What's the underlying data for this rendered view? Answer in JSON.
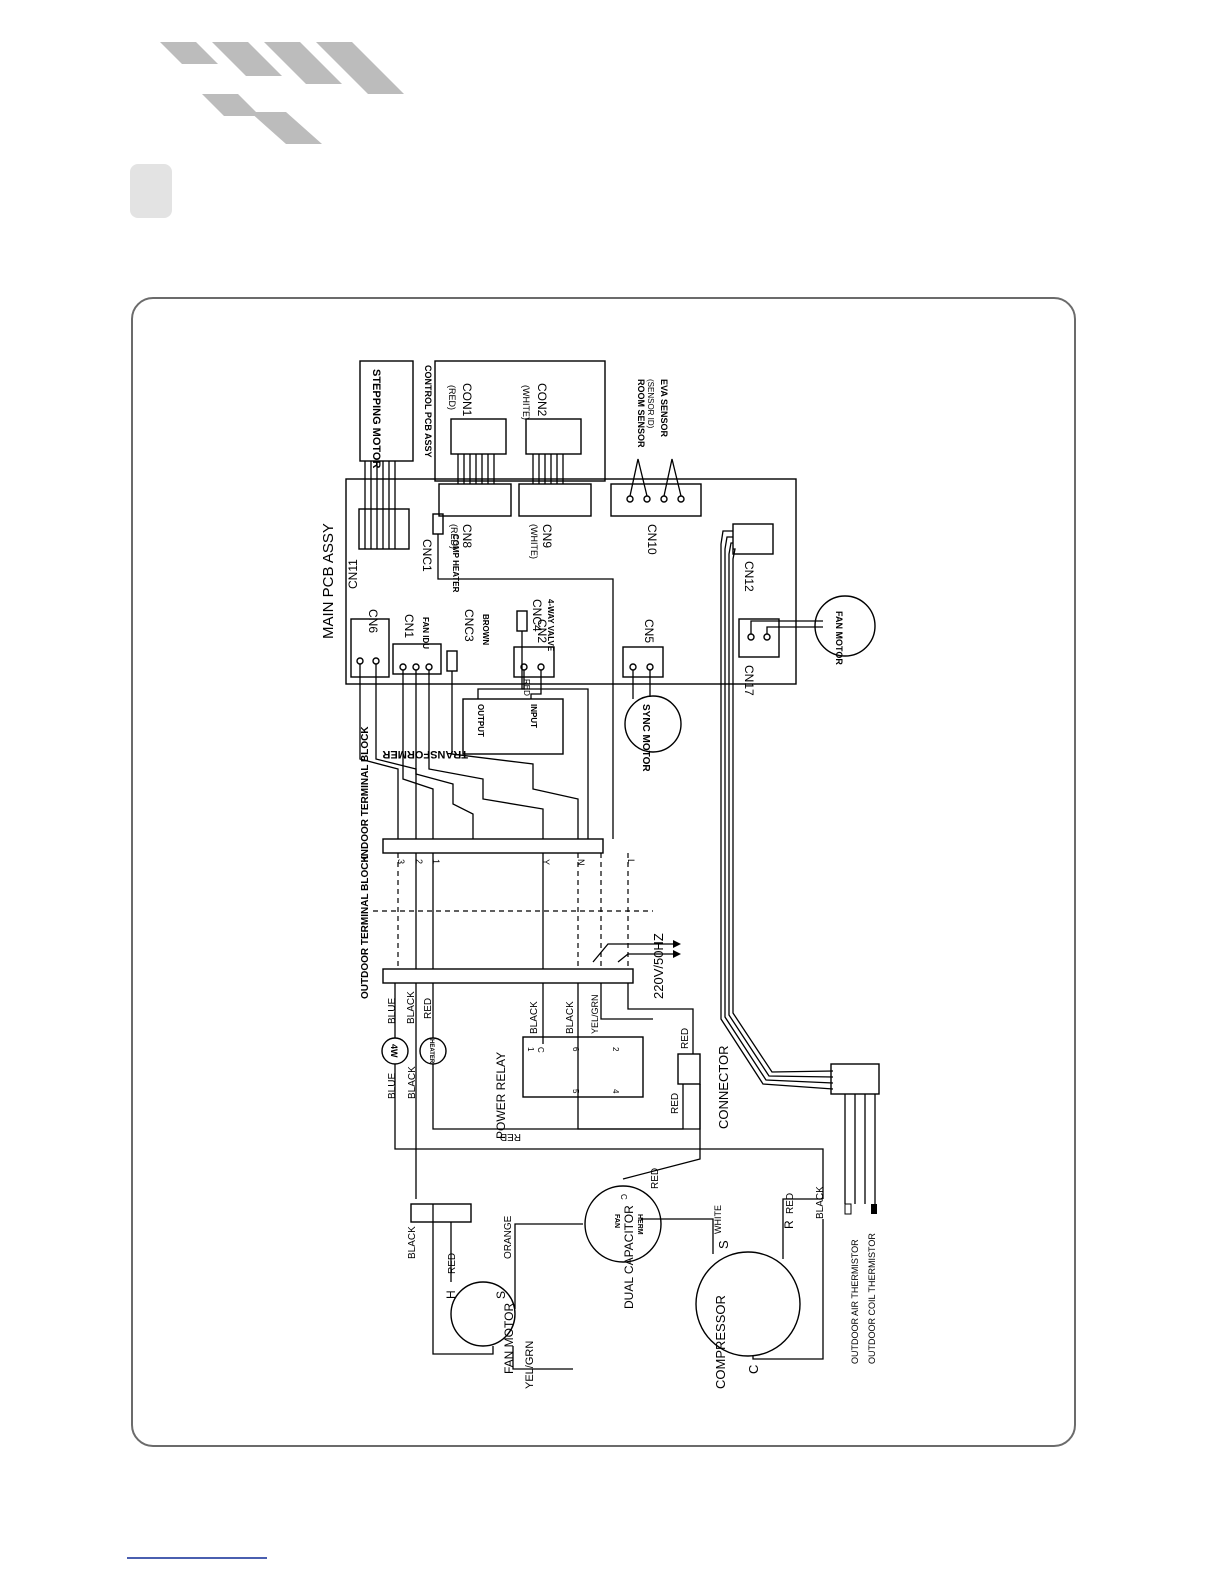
{
  "labels": {
    "main_pcb": "MAIN PCB ASSY",
    "control_pcb": "CONTROL PCB ASSY",
    "stepping_motor": "STEPPING MOTOR",
    "con1": "CON1",
    "con1_color": "(RED)",
    "con2": "CON2",
    "con2_color": "(WHITE)",
    "room_sensor": "ROOM SENSOR",
    "room_sensor_sub": "(SENSOR ID)",
    "eva_sensor": "EVA SENSOR",
    "cn11": "CN11",
    "cn8": "CN8",
    "cn8_color": "(RED)",
    "cn9": "CN9",
    "cn9_color": "(WHITE)",
    "cn10": "CN10",
    "cn12": "CN12",
    "cn6": "CN6",
    "cn1": "CN1",
    "fan_idu": "FAN IDU",
    "cnc1": "CNC1",
    "comp_heater": "COMP HEATER",
    "cnc3": "CNC3",
    "brown": "BROWN",
    "cnc4": "CNC4",
    "four_way_valve": "4-WAY VALVE",
    "cn2": "CN2",
    "cn5": "CN5",
    "cn17": "CN17",
    "fan_motor_indoor": "FAN MOTOR",
    "transformer": "TRANSFORMER",
    "output": "OUTPUT",
    "input": "INPUT",
    "red_small": "RED",
    "sync_motor": "SYNC MOTOR",
    "indoor_terminal": "INDOOR TERMINAL BLOCK",
    "outdoor_terminal": "OUTDOOR TERMINAL BLOCK",
    "power_supply": "220V/50HZ",
    "blue": "BLUE",
    "black": "BLACK",
    "red": "RED",
    "yel_grn": "YEL/GRN",
    "four_w": "4W",
    "heater": "HEATER",
    "power_relay": "POWER RELAY",
    "connector": "CONNECTOR",
    "orange": "ORANGE",
    "white": "WHITE",
    "h": "H",
    "s": "S",
    "c": "C",
    "r": "R",
    "fan_motor_outdoor": "FAN MOTOR",
    "dual_capacitor": "DUAL CAPACITOR",
    "compressor": "COMPRESSOR",
    "outdoor_air_thermistor": "OUTDOOR AIR THERMISTOR",
    "outdoor_coil_thermistor": "OUTDOOR COIL THERMISTOR",
    "fan": "FAN",
    "herm": "HERM",
    "t3": "3",
    "t2": "2",
    "t1": "1",
    "ty": "Y",
    "tn": "N",
    "tl": "L",
    "r1": "1",
    "r2": "2",
    "r4": "4",
    "r5": "5",
    "r6": "6",
    "rc": "C"
  },
  "colors": {
    "stripe": "#bcbcbc",
    "marker": "#e3e3e3",
    "frame": "#6b6b6b",
    "footer_rule": "#4a5fb0"
  }
}
